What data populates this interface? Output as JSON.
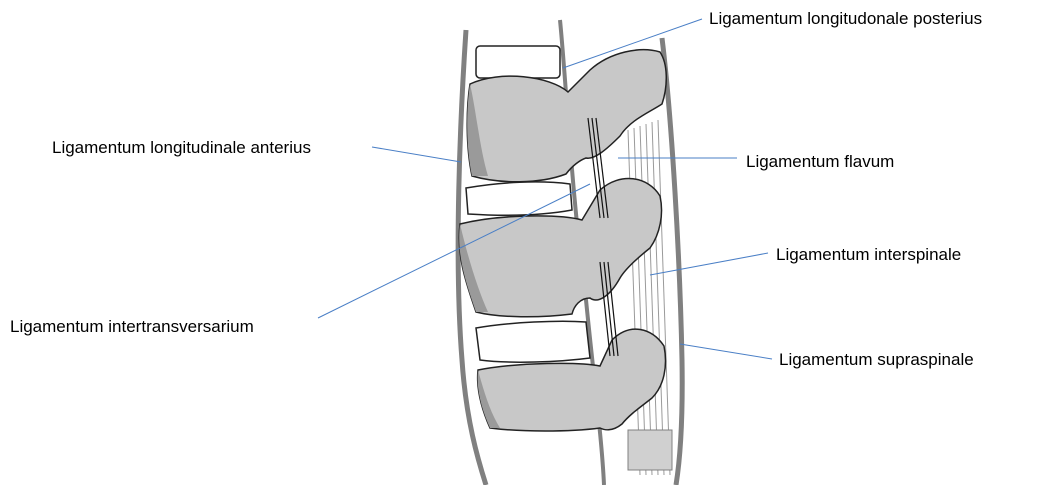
{
  "labels": {
    "longitudinale_posterius": "Ligamentum longitudonale posterius",
    "longitudinale_anterius": "Ligamentum longitudinale anterius",
    "flavum": "Ligamentum flavum",
    "interspinale": "Ligamentum interspinale",
    "intertransversarium": "Ligamentum intertransversarium",
    "supraspinale": "Ligamentum supraspinale"
  },
  "colors": {
    "bone": "#c8c8c8",
    "bone_shadow": "#9a9a9a",
    "outline": "#222222",
    "ligament": "#808080",
    "leader_line": "#4a7fc6",
    "disc": "#ffffff"
  }
}
